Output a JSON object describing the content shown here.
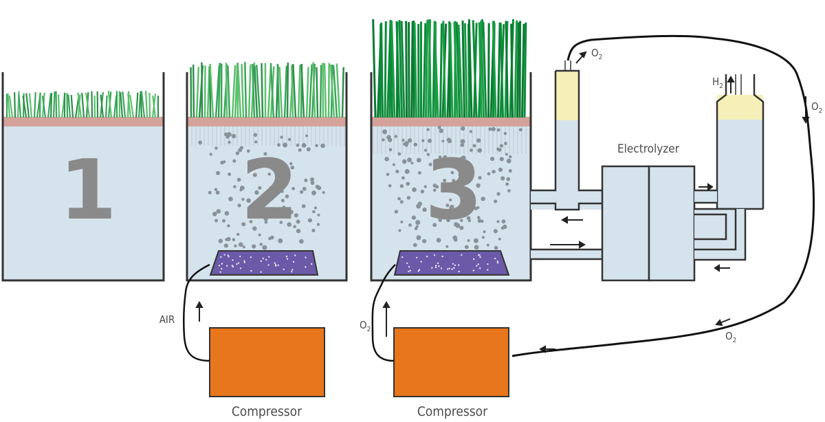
{
  "tanks": [
    {
      "number": "1"
    },
    {
      "number": "2"
    },
    {
      "number": "3"
    }
  ],
  "labels": {
    "electrolyzer": "Electrolyzer",
    "compressor_1": "Compressor",
    "compressor_2": "Compressor",
    "air": "AIR",
    "o2_tank3": "O",
    "o2_tank3_sub": "2",
    "o2_top": "O",
    "o2_top_sub": "2",
    "h2": "H",
    "h2_sub": "2",
    "o2_right": "O",
    "o2_right_sub": "2",
    "o2_bottom": "O",
    "o2_bottom_sub": "2"
  },
  "colors": {
    "water": "#d5e3ec",
    "tank_outline": "#333333",
    "grass_light": "#3aa55a",
    "grass_dark": "#0d8a3a",
    "soil": "#d4a29a",
    "diffuser": "#6b5aa8",
    "compressor": "#e8761c",
    "gas_yellow": "#f6f0b8",
    "number_gray": "#8a8a8a"
  }
}
